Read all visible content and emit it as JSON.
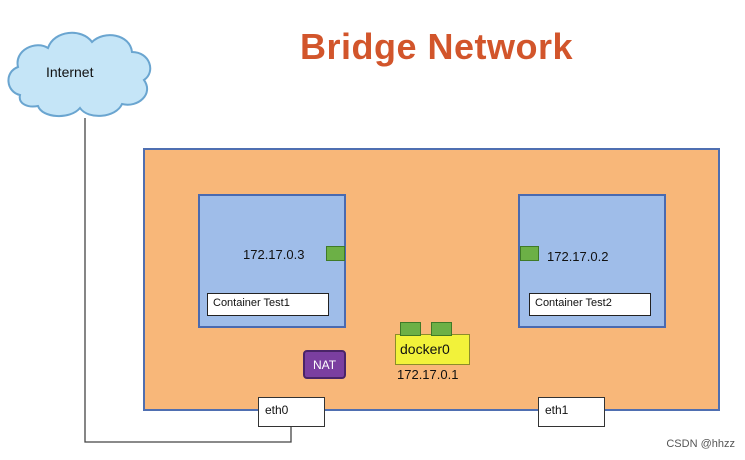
{
  "title": "Bridge Network",
  "internet": {
    "label": "Internet"
  },
  "containers": [
    {
      "ip": "172.17.0.3",
      "name": "Container Test1"
    },
    {
      "ip": "172.17.0.2",
      "name": "Container Test2"
    }
  ],
  "bridge": {
    "label": "docker0",
    "ip": "172.17.0.1"
  },
  "nat": {
    "label": "NAT"
  },
  "interfaces": {
    "eth0": "eth0",
    "eth1": "eth1"
  },
  "watermark": "CSDN @hhzz",
  "colors": {
    "title": "#d2552b",
    "host_bg": "#f8b779",
    "container_bg": "#9fbde9",
    "port": "#6cb046",
    "bridge": "#f2f23a",
    "nat": "#7b3fa0",
    "cloud": "#c5e5f7"
  }
}
